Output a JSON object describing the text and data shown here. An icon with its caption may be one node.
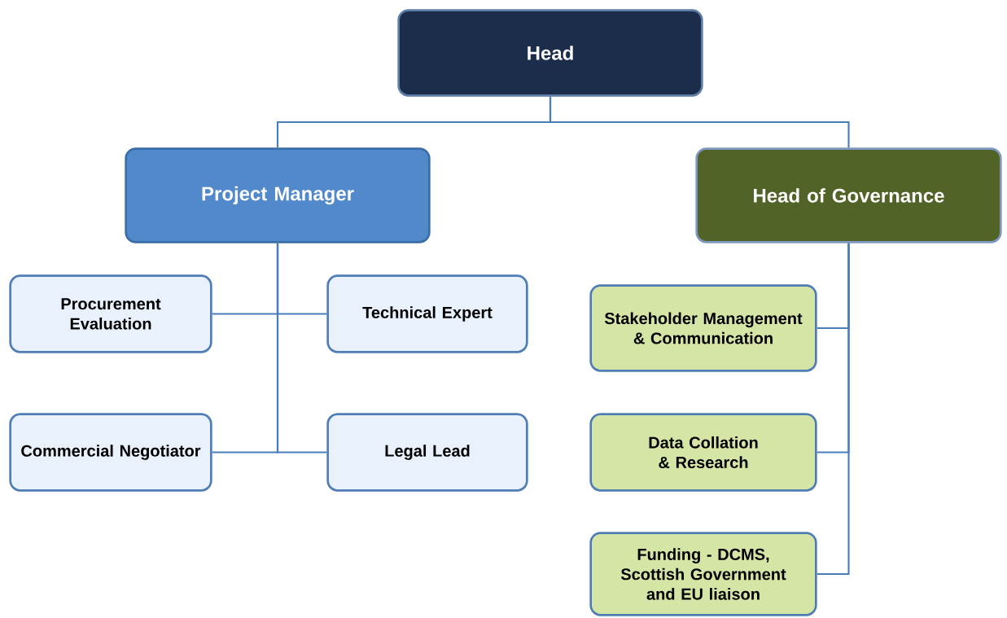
{
  "diagram": {
    "nodes": [
      {
        "text": [
          "Head"
        ]
      },
      {
        "text": [
          "Project Manager"
        ]
      },
      {
        "text": [
          "Head of Governance"
        ]
      },
      {
        "text": [
          "Procurement Evaluation"
        ]
      },
      {
        "text": [
          "Technical Expert"
        ]
      },
      {
        "text": [
          "Commercial Negotiator"
        ]
      },
      {
        "text": [
          "Legal Lead"
        ]
      },
      {
        "text": [
          "Stakeholder Management & Communication"
        ]
      },
      {
        "text": [
          "Data Collation & Research"
        ]
      },
      {
        "text": [
          "Funding - DCMS, Scottish Government and EU liaison"
        ]
      }
    ],
    "edges": [
      {
        "from": 0,
        "to": 1,
        "arrow": "none"
      },
      {
        "from": 0,
        "to": 2,
        "arrow": "none"
      },
      {
        "from": 1,
        "to": 3,
        "arrow": "none"
      },
      {
        "from": 1,
        "to": 4,
        "arrow": "none"
      },
      {
        "from": 1,
        "to": 5,
        "arrow": "none"
      },
      {
        "from": 1,
        "to": 6,
        "arrow": "none"
      },
      {
        "from": 2,
        "to": 7,
        "arrow": "none"
      },
      {
        "from": 2,
        "to": 8,
        "arrow": "none"
      },
      {
        "from": 2,
        "to": 9,
        "arrow": "none"
      }
    ]
  }
}
